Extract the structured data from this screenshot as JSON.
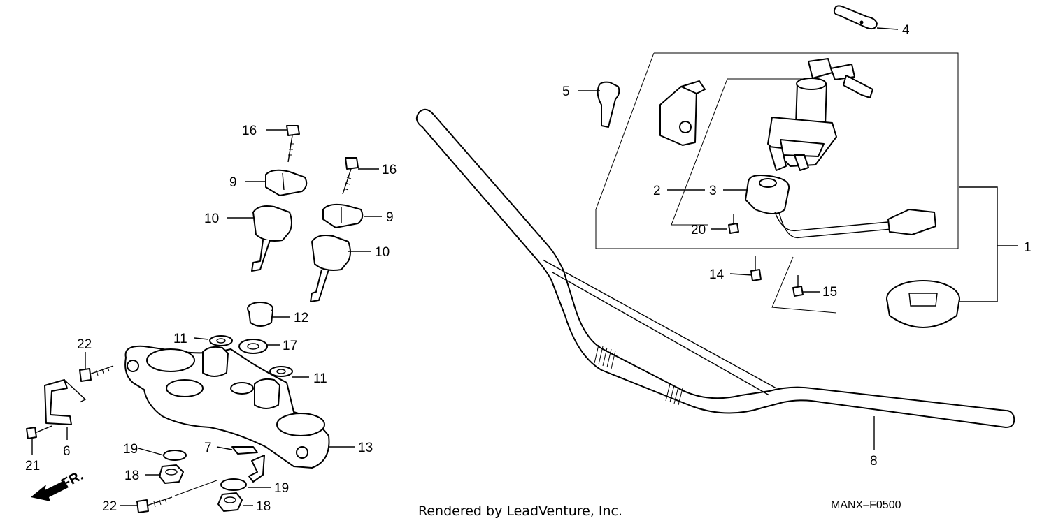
{
  "callouts": {
    "c1": "1",
    "c2": "2",
    "c3": "3",
    "c4": "4",
    "c5": "5",
    "c6": "6",
    "c7": "7",
    "c8": "8",
    "c9a": "9",
    "c9b": "9",
    "c10a": "10",
    "c10b": "10",
    "c11a": "11",
    "c11b": "11",
    "c12": "12",
    "c13": "13",
    "c14": "14",
    "c15": "15",
    "c16a": "16",
    "c16b": "16",
    "c17": "17",
    "c18a": "18",
    "c18b": "18",
    "c19a": "19",
    "c19b": "19",
    "c20": "20",
    "c21": "21",
    "c22a": "22",
    "c22b": "22"
  },
  "front_indicator": "FR.",
  "footer": {
    "credit": "Rendered by LeadVenture, Inc.",
    "diagram_code": "MANX–F0500"
  },
  "icons": [
    "handlebar",
    "ignition-switch",
    "key",
    "top-bridge",
    "handlebar-holder",
    "bolt",
    "washer",
    "nut",
    "cable-guide",
    "front-arrow"
  ]
}
